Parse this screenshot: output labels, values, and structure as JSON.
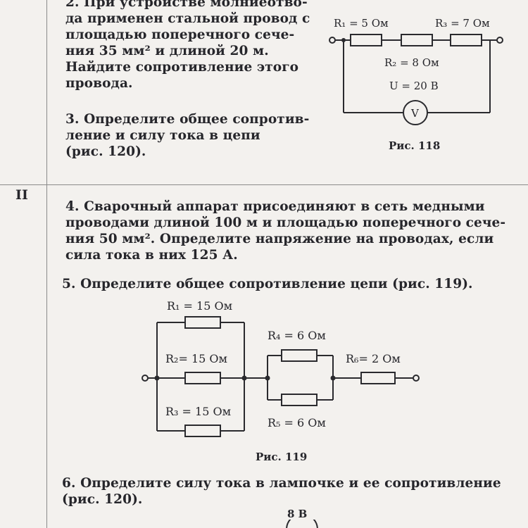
{
  "section_mark": "II",
  "q2": {
    "lines": [
      "2. При устройстве молниеотво-",
      "да применен стальной провод с",
      "площадью поперечного сече-",
      "ния 35 мм² и длиной 20 м.",
      "Найдите сопротивление этого",
      "провода."
    ]
  },
  "q3": {
    "number": "3.",
    "lines": [
      "Определите общее сопротив-",
      "ление и силу тока в цепи",
      "(рис. 120)."
    ]
  },
  "fig118": {
    "r1": "R₁ = 5 Ом",
    "r3": "R₃ = 7 Ом",
    "r2": "R₂ = 8 Ом",
    "u": "U = 20 В",
    "voltmeter": "V",
    "caption": "Рис. 118"
  },
  "q4": {
    "number": "4.",
    "lines": [
      "Сварочный аппарат присоединяют в сеть медными",
      "проводами длиной 100 м и площадью поперечного сече-",
      "ния 50 мм². Определите напряжение на проводах, если",
      "сила тока в них 125 А."
    ]
  },
  "q5": {
    "number": "5.",
    "text": "Определите общее сопротивление цепи (рис. 119)."
  },
  "fig119": {
    "r1": "R₁ = 15 Ом",
    "r2": "R₂= 15 Ом",
    "r3": "R₃ = 15 Ом",
    "r4": "R₄ = 6 Ом",
    "r5": "R₅ = 6 Ом",
    "r6": "R₆= 2 Ом",
    "caption": "Рис. 119"
  },
  "q6": {
    "number": "6.",
    "lines": [
      "Определите силу тока в лампочке и ее сопротивление",
      "(рис. 120)."
    ]
  },
  "fig120_partial": {
    "label": "8 В"
  }
}
